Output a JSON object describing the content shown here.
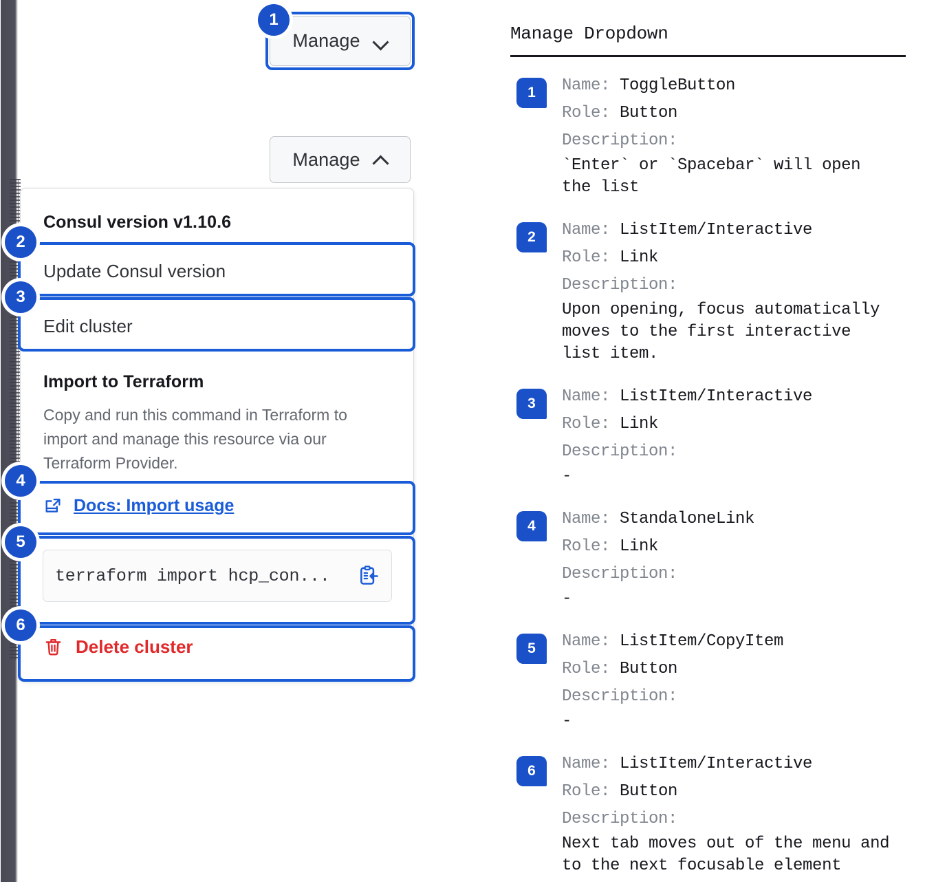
{
  "edge": {
    "name": "torn-page-edge"
  },
  "left": {
    "toggle_closed": {
      "label": "Manage",
      "icon": "chevron-down-icon"
    },
    "toggle_open": {
      "label": "Manage",
      "icon": "chevron-up-icon"
    },
    "menu": {
      "version_heading": "Consul version v1.10.6",
      "item_update": "Update Consul version",
      "item_edit": "Edit cluster",
      "terraform_heading": "Import to Terraform",
      "terraform_description": "Copy and run this command in Terraform to import and manage this resource via our Terraform Provider.",
      "docs_link": "Docs: Import usage",
      "docs_icon": "docs-external-link-icon",
      "code_value": "terraform import hcp_con...",
      "copy_icon": "copy-to-clipboard-icon",
      "delete_label": "Delete cluster",
      "delete_icon": "trash-icon"
    },
    "badges": [
      "1",
      "2",
      "3",
      "4",
      "5",
      "6"
    ]
  },
  "right": {
    "title": "Manage Dropdown",
    "labels": {
      "name": "Name:",
      "role": "Role:",
      "description": "Description:"
    },
    "items": [
      {
        "badge": "1",
        "name": "ToggleButton",
        "role": "Button",
        "description": "`Enter` or `Spacebar` will open\nthe list"
      },
      {
        "badge": "2",
        "name": "ListItem/Interactive",
        "role": "Link",
        "description": "Upon opening, focus automatically\nmoves to the first interactive\nlist item."
      },
      {
        "badge": "3",
        "name": "ListItem/Interactive",
        "role": "Link",
        "description": "-"
      },
      {
        "badge": "4",
        "name": "StandaloneLink",
        "role": "Link",
        "description": "-"
      },
      {
        "badge": "5",
        "name": "ListItem/CopyItem",
        "role": "Button",
        "description": "-"
      },
      {
        "badge": "6",
        "name": "ListItem/Interactive",
        "role": "Button",
        "description": "Next tab moves out of the menu and\nto the next focusable element"
      }
    ]
  },
  "colors": {
    "accent_blue": "#1a5cd8",
    "badge_blue": "#1a50c8",
    "danger_red": "#e1292b",
    "muted_text": "#80858e"
  }
}
